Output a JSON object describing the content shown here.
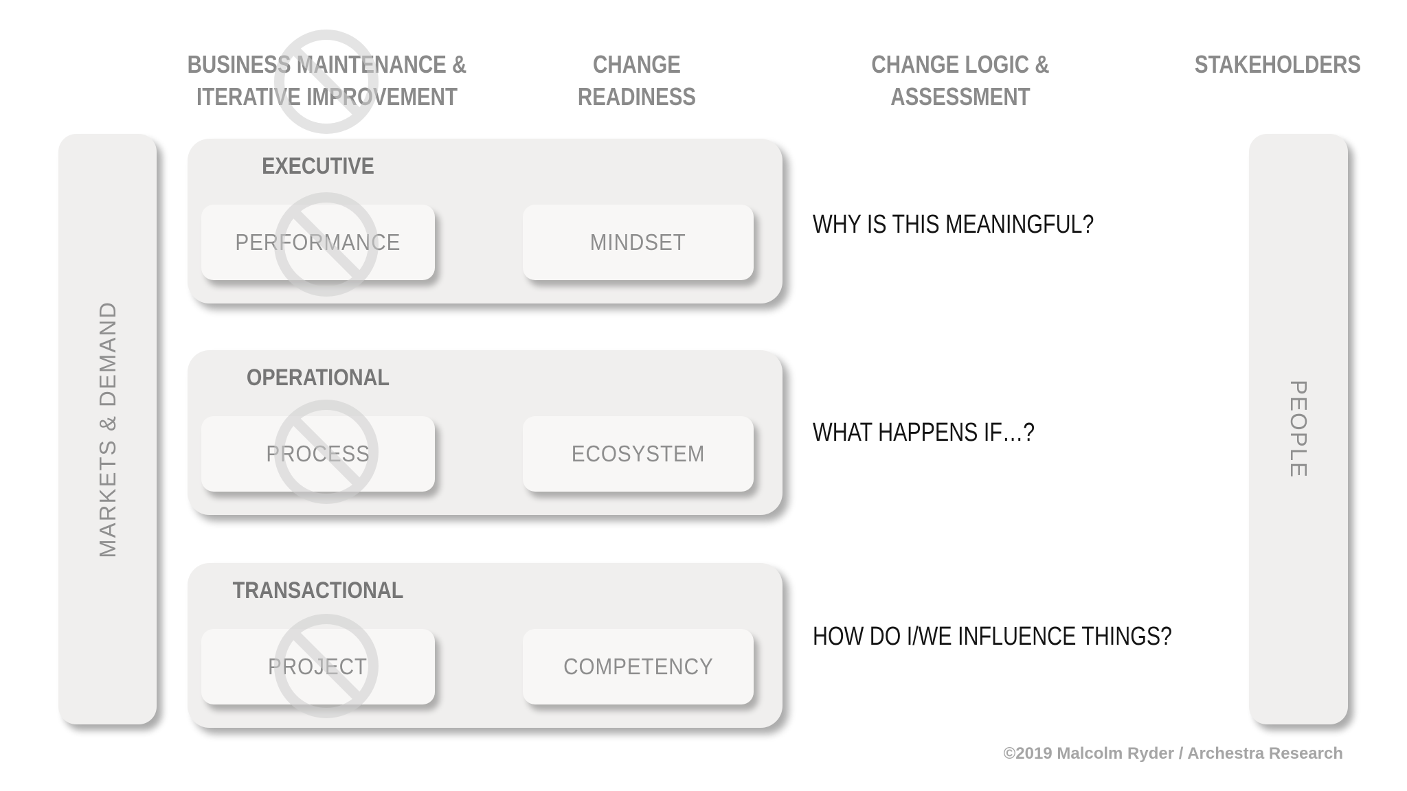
{
  "slide": {
    "background": "#ffffff",
    "columns": [
      {
        "id": "business-maintenance",
        "lines": [
          "BUSINESS MAINTENANCE &",
          "ITERATIVE IMPROVEMENT"
        ]
      },
      {
        "id": "change-readiness",
        "lines": [
          "CHANGE",
          "READINESS"
        ]
      },
      {
        "id": "change-logic",
        "lines": [
          "CHANGE LOGIC &",
          "ASSESSMENT"
        ]
      },
      {
        "id": "stakeholders",
        "lines": [
          "STAKEHOLDERS"
        ]
      }
    ],
    "side_bars": {
      "left": {
        "label": "MARKETS & DEMAND"
      },
      "right": {
        "label": "PEOPLE"
      }
    },
    "rows": [
      {
        "title": "EXECUTIVE",
        "left_box": "PERFORMANCE",
        "right_box": "MINDSET",
        "question": "WHY IS THIS MEANINGFUL?"
      },
      {
        "title": "OPERATIONAL",
        "left_box": "PROCESS",
        "right_box": "ECOSYSTEM",
        "question": "WHAT HAPPENS IF…?"
      },
      {
        "title": "TRANSACTIONAL",
        "left_box": "PROJECT",
        "right_box": "COMPETENCY",
        "question": "HOW DO I/WE INFLUENCE THINGS?"
      }
    ],
    "footer": {
      "copyright": "©2019 Malcolm Ryder / Archestra Research"
    },
    "watermark": {
      "icon": "prohibition-icon",
      "instances": 4
    },
    "colors": {
      "panel_fill": "#f0efee",
      "sub_box_fill": "#f8f7f6",
      "header_gray": "#8a8a8a",
      "title_gray": "#767676",
      "label_gray": "#8d8d8d",
      "question_black": "#141414",
      "copyright_gray": "#a5a5a5",
      "watermark_gray": "#cfcfcf"
    }
  }
}
